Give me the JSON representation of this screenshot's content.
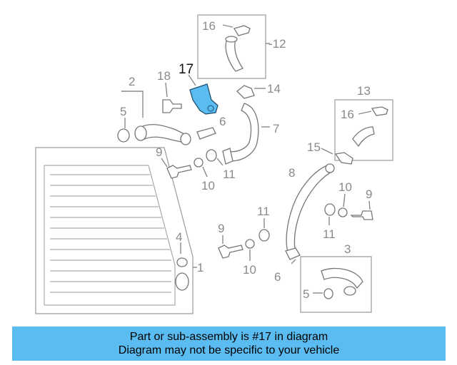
{
  "callouts": [
    {
      "id": "c16a",
      "label": "16"
    },
    {
      "id": "c12",
      "label": "-12"
    },
    {
      "id": "c17",
      "label": "17"
    },
    {
      "id": "c18",
      "label": "18"
    },
    {
      "id": "c2",
      "label": "2"
    },
    {
      "id": "c14",
      "label": "14"
    },
    {
      "id": "c13",
      "label": "13"
    },
    {
      "id": "c5a",
      "label": "5"
    },
    {
      "id": "c6a",
      "label": "6"
    },
    {
      "id": "c7",
      "label": "7"
    },
    {
      "id": "c16b",
      "label": "16"
    },
    {
      "id": "c9a",
      "label": "9"
    },
    {
      "id": "c11a",
      "label": "11"
    },
    {
      "id": "c10a",
      "label": "10"
    },
    {
      "id": "c15",
      "label": "15"
    },
    {
      "id": "c8",
      "label": "8"
    },
    {
      "id": "c10b",
      "label": "10"
    },
    {
      "id": "c9b",
      "label": "9"
    },
    {
      "id": "c11b",
      "label": "11"
    },
    {
      "id": "c11c",
      "label": "11"
    },
    {
      "id": "c9c",
      "label": "9"
    },
    {
      "id": "c4",
      "label": "4"
    },
    {
      "id": "c10c",
      "label": "10"
    },
    {
      "id": "c3",
      "label": "3"
    },
    {
      "id": "c1",
      "label": "1"
    },
    {
      "id": "c6b",
      "label": "6"
    },
    {
      "id": "c5b",
      "label": "5"
    }
  ],
  "highlight_color": "#5bbcf1",
  "banner": {
    "line1": "Part or sub-assembly is #17 in diagram",
    "line2": "Diagram may not be specific to your vehicle",
    "color": "#5bbcf1"
  }
}
